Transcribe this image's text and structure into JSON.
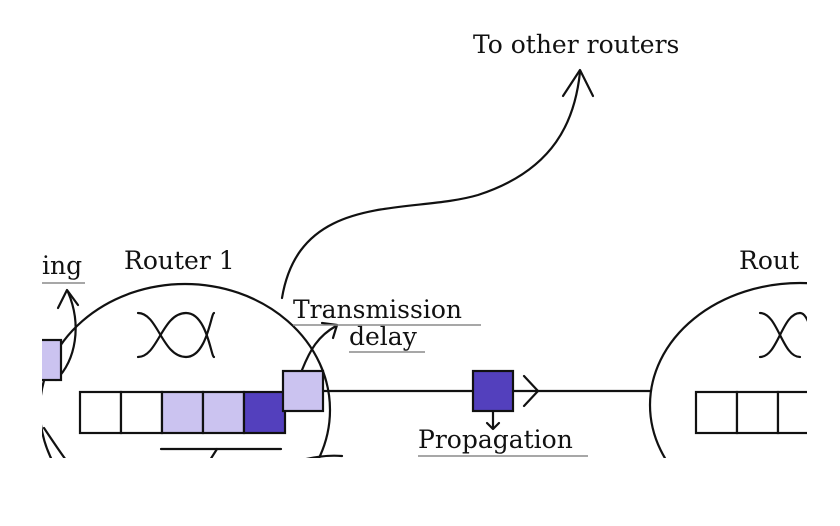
{
  "labels": {
    "to_other_routers": "To other routers",
    "router1": "Router 1",
    "router2_partial": "Rout",
    "queueing_partial": "ing",
    "transmission": "Transmission",
    "delay": "delay",
    "propagation": "Propagation"
  },
  "colors": {
    "line": "#111111",
    "packet_light": "#cbc3f0",
    "packet_dark": "#5340bd",
    "empty": "#ffffff",
    "underline": "#8a8a8a"
  },
  "icons": {
    "router1_switch": "crossed-arrows-icon",
    "router2_switch": "crossed-arrows-icon"
  },
  "router1_queue": [
    "empty",
    "empty",
    "light",
    "light",
    "dark"
  ],
  "router2_queue": [
    "empty",
    "empty",
    "empty"
  ]
}
